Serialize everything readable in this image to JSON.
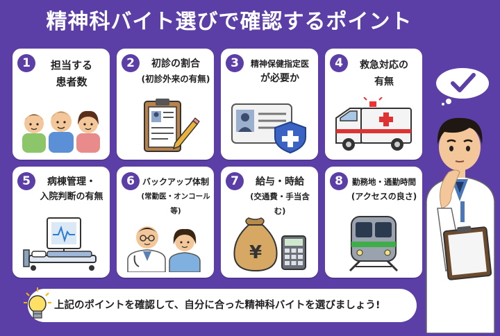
{
  "title": "精神科バイト選びで確認するポイント",
  "cards": [
    {
      "num": "1",
      "line1": "担当する",
      "line2": "患者数",
      "icon": "patients-icon"
    },
    {
      "num": "2",
      "line1": "初診の割合",
      "line2": "(初診外来の有無)",
      "icon": "clipboard-pen-icon"
    },
    {
      "num": "3",
      "line1": "精神保健指定医",
      "line2": "が必要か",
      "icon": "id-card-shield-icon"
    },
    {
      "num": "4",
      "line1": "救急対応の",
      "line2": "有無",
      "icon": "ambulance-icon"
    },
    {
      "num": "5",
      "line1": "病棟管理・",
      "line2": "入院判断の有無",
      "icon": "hospital-bed-icon"
    },
    {
      "num": "6",
      "line1": "バックアップ体制",
      "line2": "(常勤医・オンコール等)",
      "icon": "doctor-nurse-icon"
    },
    {
      "num": "7",
      "line1": "給与・時給",
      "line2": "(交通費・手当含む)",
      "icon": "yen-bag-calculator-icon"
    },
    {
      "num": "8",
      "line1": "勤務地・通勤時間",
      "line2": "(アクセスの良さ)",
      "icon": "train-icon"
    }
  ],
  "banner": {
    "text": "上記のポイントを確認して、自分に合った精神科バイトを選びましょう!",
    "icon": "lightbulb-icon"
  },
  "bubble": {
    "icon": "checkmark-icon"
  },
  "character": {
    "icon": "thinking-doctor-icon"
  },
  "colors": {
    "background": "#5b3fa6",
    "card": "#ffffff",
    "accent": "#5b3fa6",
    "shield": "#3a63c4"
  }
}
